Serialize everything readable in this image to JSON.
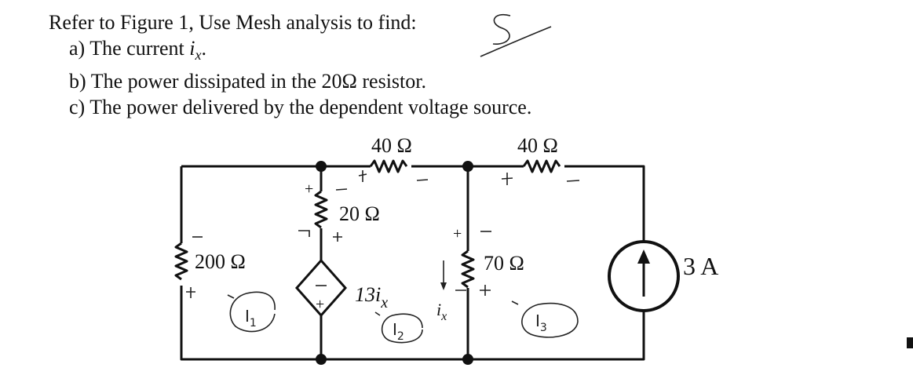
{
  "problem": {
    "intro": "Refer to Figure 1, Use Mesh analysis to find:",
    "a_prefix": "a)  The current ",
    "a_var": "i",
    "a_sub": "x",
    "a_suffix": ".",
    "b": "b)  The power dissipated in the 20Ω resistor.",
    "c": "c)  The power delivered by the dependent voltage source."
  },
  "circuit": {
    "r_top_left": "40 Ω",
    "r_top_right": "40 Ω",
    "r_20": "20 Ω",
    "r_200": "200 Ω",
    "r_70": "70 Ω",
    "source_label": "3 A",
    "dep_source_coef": "13i",
    "dep_source_sub": "x",
    "ix_label": "i",
    "ix_sub": "x",
    "plus": "+",
    "minus": "−"
  },
  "annotations": {
    "signature": "S",
    "mesh1": "I",
    "mesh1_sub": "1",
    "mesh2": "I",
    "mesh2_sub": "2",
    "mesh3": "I",
    "mesh3_sub": "3"
  }
}
